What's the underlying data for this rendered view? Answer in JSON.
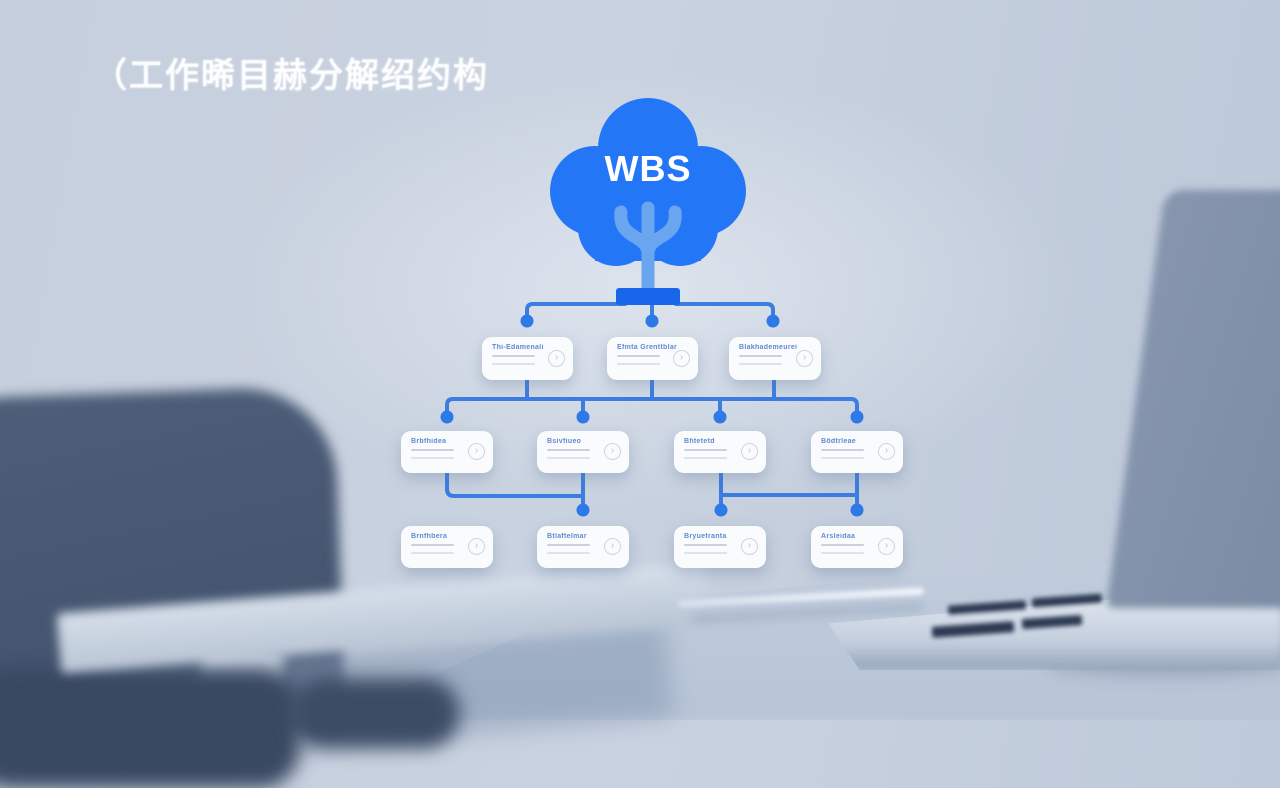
{
  "title": "（工作晞目赫分解绍约构",
  "root": {
    "label": "WBS"
  },
  "badge_glyph": "›",
  "levels": {
    "level2": [
      {
        "label": "Thi-Edamenali"
      },
      {
        "label": "Efmta Grenttblar"
      },
      {
        "label": "Blakhademeurei"
      }
    ],
    "level3": [
      {
        "label": "Brbfhidea"
      },
      {
        "label": "Bsivfiueo"
      },
      {
        "label": "Bhtetetd"
      },
      {
        "label": "Bödtrleae"
      }
    ],
    "level4": [
      {
        "label": "Brnfhbera"
      },
      {
        "label": "Btlaftelmar"
      },
      {
        "label": "Bryuetranta"
      },
      {
        "label": "Arsleidaa"
      }
    ]
  },
  "colors": {
    "tree_blue": "#2377f7",
    "branch_blue": "#6aa6f0",
    "base_blue": "#1866ea",
    "connector_blue": "#3c7de2",
    "box_title_blue": "#6089d2",
    "wall": "#c6cfdd"
  }
}
